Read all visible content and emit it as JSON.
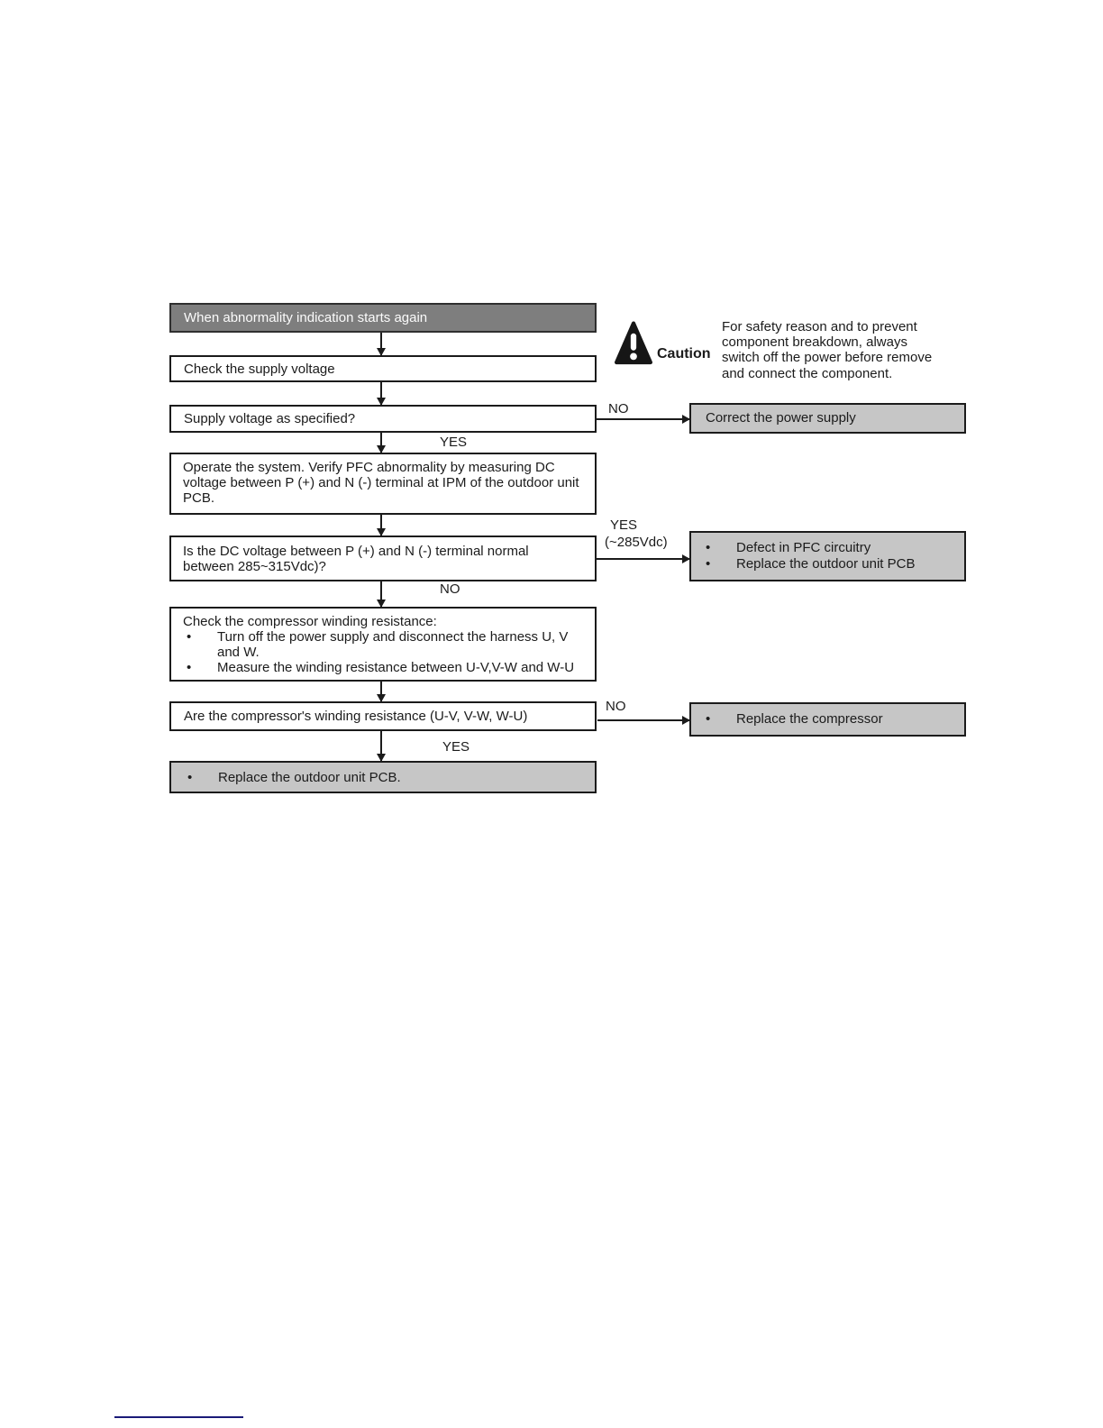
{
  "flow": {
    "start": "When abnormality indication starts again",
    "nodes": {
      "check_supply": "Check the supply voltage",
      "supply_question": "Supply voltage as specified?",
      "operate": "Operate the system. Verify PFC abnormality by measuring DC voltage between P (+) and N (-) terminal at IPM of the outdoor unit PCB.",
      "dc_question": "Is the DC voltage between P (+) and N (-) terminal normal between 285~315Vdc)?",
      "winding_check": {
        "lead": "Check the compressor winding resistance:",
        "bullets": [
          "Turn off the power supply and disconnect the harness U, V and W.",
          "Measure the winding resistance between U-V,V-W and W-U"
        ]
      },
      "winding_question": "Are the compressor's winding resistance (U-V, V-W, W-U)",
      "final": {
        "bullets": [
          "Replace the outdoor unit PCB."
        ]
      }
    },
    "results": {
      "correct_power": "Correct the power supply",
      "pfc_defect": {
        "bullets": [
          "Defect in PFC circuitry",
          "Replace the outdoor unit PCB"
        ]
      },
      "replace_compressor": {
        "bullets": [
          "Replace the compressor"
        ]
      }
    },
    "labels": {
      "no1": "NO",
      "yes1": "YES",
      "yes2": "YES",
      "yes2_sub": "(~285Vdc)",
      "no2": "NO",
      "no3": "NO",
      "yes3": "YES"
    }
  },
  "caution": {
    "label": "Caution",
    "text": "For safety reason and to prevent component breakdown, always switch off the power before remove and connect the component."
  },
  "colors": {
    "start_fill": "#7e7e7e",
    "result_fill": "#c6c6c6",
    "line": "#1b1b1b",
    "footer_rule": "#1a1a78"
  }
}
